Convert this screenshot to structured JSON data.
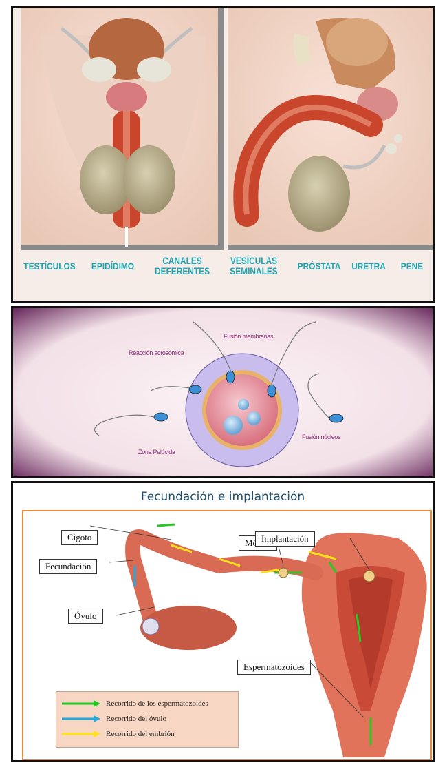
{
  "panel_male_anatomy": {
    "labels": [
      {
        "id": "testiculos",
        "text": "TESTÍCULOS"
      },
      {
        "id": "epididimo",
        "text": "EPIDÍDIMO"
      },
      {
        "id": "canales",
        "text": "CANALES\nDEFERENTES"
      },
      {
        "id": "vesiculas",
        "text": "VESÍCULAS\nSEMINALES"
      },
      {
        "id": "prostata",
        "text": "PRÓSTATA"
      },
      {
        "id": "uretra",
        "text": "URETRA"
      },
      {
        "id": "pene",
        "text": "PENE"
      }
    ],
    "label_color": "#20a6b4"
  },
  "panel_fertilization": {
    "labels": {
      "reaccion": "Reacción acrosómica",
      "fusion_membranas": "Fusión membranas",
      "zona": "Zona Pelúcida",
      "fusion_nucleos": "Fusión núcleos"
    },
    "label_color": "#8a2a78"
  },
  "panel_implantation": {
    "title": "Fecundación e implantación",
    "stages": {
      "cigoto": "Cigoto",
      "fecundacion": "Fecundación",
      "ovulo": "Óvulo",
      "morula": "Mórula",
      "implantacion": "Implantación",
      "espermatozoides": "Espermatozoides"
    },
    "legend": [
      {
        "text": "Recorrido de los espermatozoides",
        "color": "#22cc22"
      },
      {
        "text": "Recorrido del óvulo",
        "color": "#22aadd"
      },
      {
        "text": "Recorrido del embrión",
        "color": "#ffe21a"
      }
    ],
    "frame_color": "#e88b3a"
  }
}
